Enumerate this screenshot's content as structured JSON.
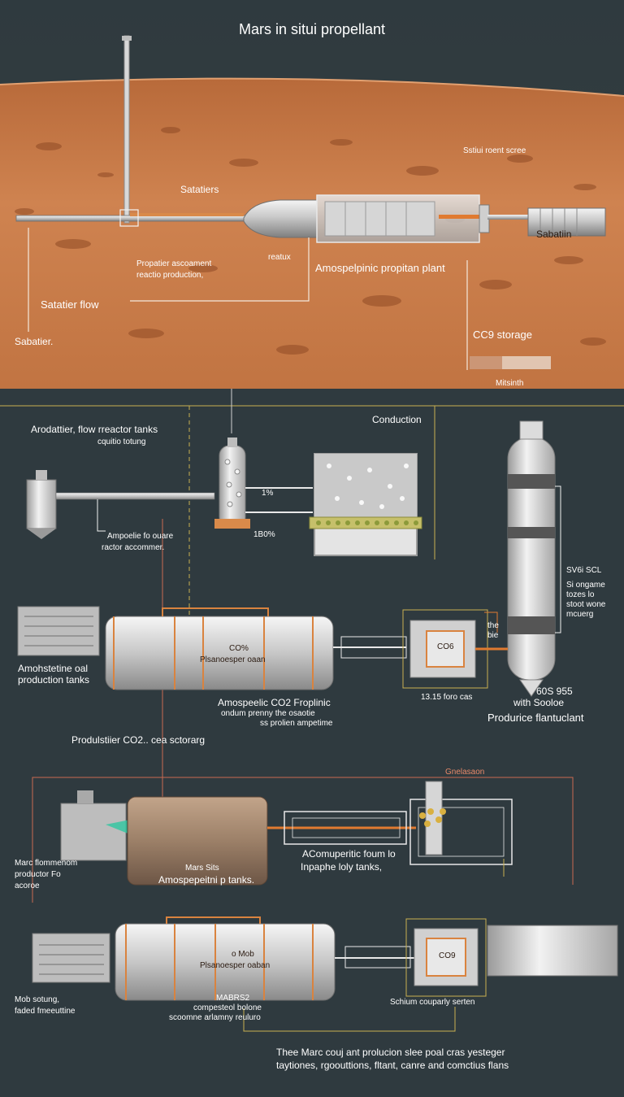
{
  "title": "Mars in situi propellant",
  "mars": {
    "labels": {
      "top_right": "Sstiui roent scree",
      "satatiers": "Satatiers",
      "reatux": "reatux",
      "sabatiin": "Sabatiin",
      "proposer_1": "Propatier ascoament",
      "proposer_2": "reactio production,",
      "atmospheric_plant": "Amospelpinic propitan plant",
      "satatier_flow": "Satatier flow",
      "sabatier": "Sabatier.",
      "co2_storage": "CC9 storage",
      "mitsinth": "Mitsinth"
    }
  },
  "diagram": {
    "row1": {
      "header_1": "Arodattier, flow rreactor tanks",
      "header_2": "cquitio totung",
      "conduction": "Conduction",
      "ampoelie_1": "Ampoelie fo ouare",
      "ampoelie_2": "ractor accommer.",
      "pct_top": "1%",
      "pct_bottom": "1B0%"
    },
    "tower": {
      "spec_1": "SV6i SCL",
      "spec_2": "Si ongame",
      "spec_3": "tozes lo",
      "spec_4": "stoot wone",
      "spec_5": "mcuerg",
      "bottom_1": "60S 955",
      "bottom_2": "with Sooloe",
      "produce": "Produrice flantuclant"
    },
    "row2": {
      "left_1": "Amohstetine oal",
      "left_2": "production tanks",
      "tank_line_1": "CO%",
      "tank_line_2": "Plsanoesper oaan",
      "atmos_1": "Amospeelic CO2 Froplinic",
      "atmos_2": "ondum prenny the osaotie",
      "atmos_3": "ss prolien ampetime",
      "co2_box": "CO6",
      "small_label": "the",
      "small_label_2": "bie",
      "flow_label": "13.15 foro cas",
      "storage_caption": "Produlstiier CO2.. cea sctorarg"
    },
    "row3": {
      "enclosure": "Gnelasaon",
      "left_1": "Marc flommenom",
      "left_2": "productor Fo",
      "left_3": "acoroe",
      "mid_1": "Mars Sits",
      "mid_2": "Amospepeitni p tanks.",
      "right_1": "AComuperitic foum lo",
      "right_2": "Inpaphe loly tanks,"
    },
    "row4": {
      "tank_line_1": "o Mob",
      "tank_line_2": "Plsanoesper oaban",
      "left_1": "Mob sotung,",
      "left_2": "faded fmeeuttine",
      "mid_1": "MABRS2",
      "mid_2": "compesteol bolone",
      "mid_3": "scoomne arlamny reuluro",
      "co2_box": "CO9",
      "right_caption": "Schium couparly serten"
    },
    "footer_1": "Thee Marc couj ant prolucion slee poal cras yesteger",
    "footer_2": "taytiones, rgoouttions, fltant, canre and comctius flans"
  },
  "colors": {
    "background": "#2f3a3f",
    "mars_surface": "#c97a45",
    "pipe_orange": "#e07a30",
    "guide_line": "#c9b050",
    "red_line": "#c96a50"
  }
}
